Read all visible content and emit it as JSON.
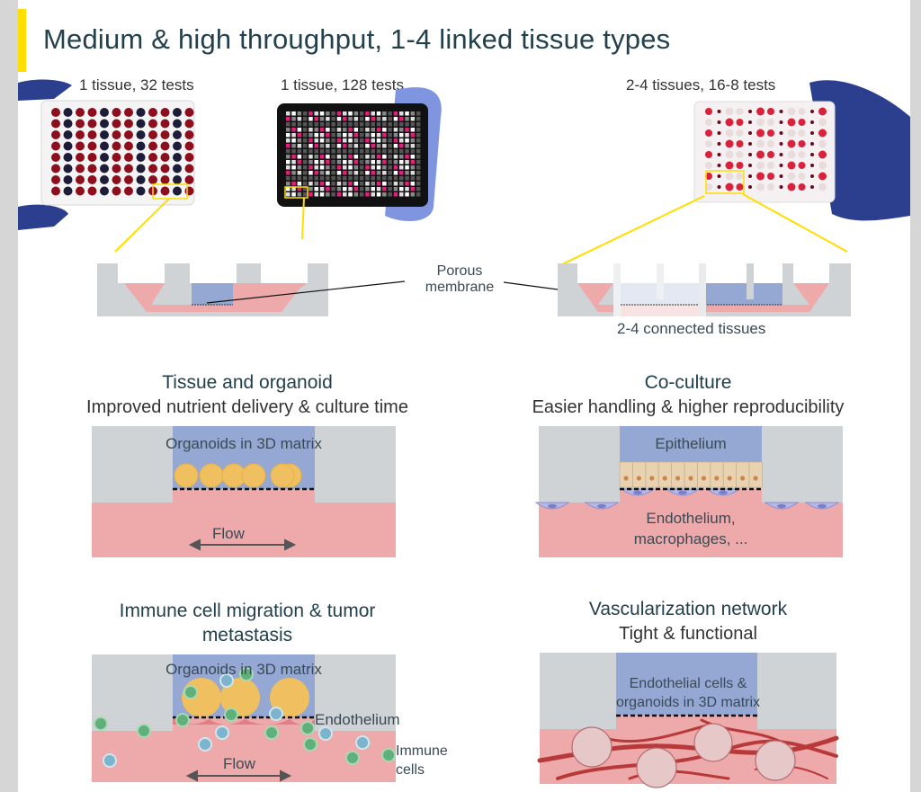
{
  "title": "Medium & high throughput, 1-4 linked tissue types",
  "colors": {
    "accent": "#ffde00",
    "title": "#23404d",
    "gray": "#cfd3d6",
    "blue": "#94a8d3",
    "pink": "#eeaaab",
    "organoid": "#f0c060"
  },
  "plates": [
    {
      "caption": "1 tissue, 32 tests"
    },
    {
      "caption": "1 tissue, 128 tests"
    },
    {
      "caption": "2-4 tissues, 16-8 tests"
    }
  ],
  "cross_sections": {
    "membrane_label_line1": "Porous",
    "membrane_label_line2": "membrane",
    "connected_label": "2-4 connected tissues"
  },
  "panels": {
    "tissue": {
      "heading": "Tissue and organoid",
      "subheading": "Improved nutrient delivery & culture time",
      "matrix_label": "Organoids in 3D matrix",
      "flow_label": "Flow"
    },
    "coculture": {
      "heading": "Co-culture",
      "subheading": "Easier handling & higher reproducibility",
      "top_label": "Epithelium",
      "bottom_label_line1": "Endothelium,",
      "bottom_label_line2": "macrophages, ..."
    },
    "immune": {
      "heading_line1": "Immune cell migration & tumor",
      "heading_line2": "metastasis",
      "matrix_label": "Organoids in 3D matrix",
      "endothelium_label": "Endothelium",
      "immune_label_line1": "Immune",
      "immune_label_line2": "cells",
      "flow_label": "Flow"
    },
    "vascular": {
      "heading": "Vascularization network",
      "subheading": "Tight & functional",
      "matrix_label_line1": "Endothelial cells &",
      "matrix_label_line2": "organoids in 3D matrix"
    }
  }
}
